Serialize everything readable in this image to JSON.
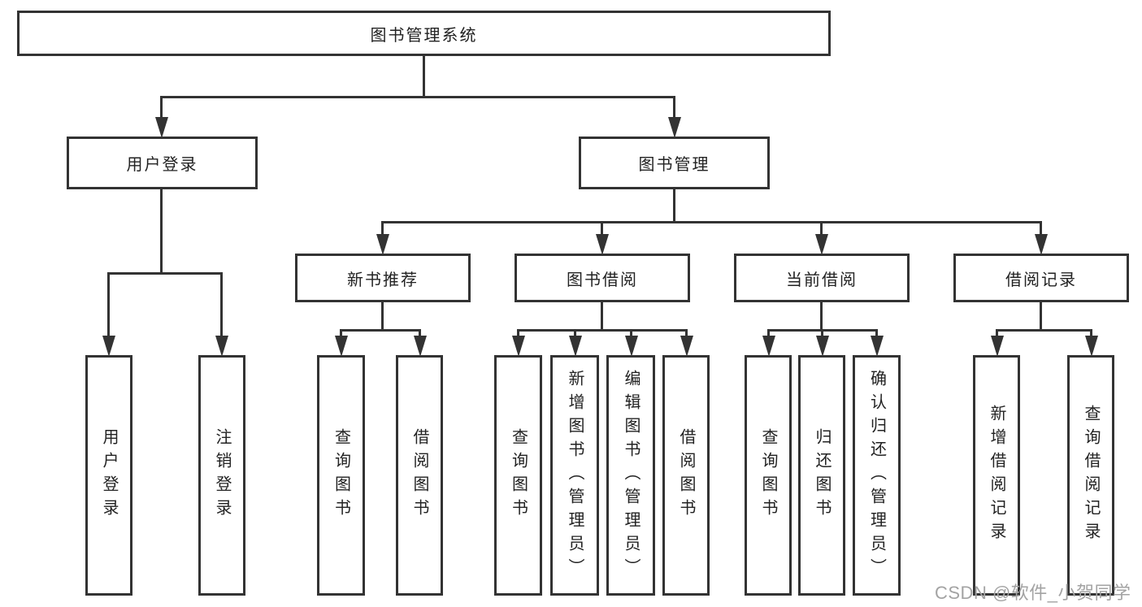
{
  "colors": {
    "line": "#333333",
    "box_border": "#333333",
    "text": "#222222",
    "background": "#ffffff",
    "watermark": "#a3a3a3"
  },
  "nodes": {
    "root": "图书管理系统",
    "user_login": "用户登录",
    "book_mgmt": "图书管理",
    "new_book_rec": "新书推荐",
    "book_borrow": "图书借阅",
    "current_borrow": "当前借阅",
    "borrow_record": "借阅记录",
    "ul_user_login": "用户登录",
    "ul_logout": "注销登录",
    "nbr_query_book": "查询图书",
    "nbr_borrow_book": "借阅图书",
    "bb_query_book": "查询图书",
    "bb_add_book": "新增图书（管理员）",
    "bb_edit_book": "编辑图书（管理员）",
    "bb_borrow_book": "借阅图书",
    "cb_query_book": "查询图书",
    "cb_return_book": "归还图书",
    "cb_confirm_return": "确认归还（管理员）",
    "br_add_record": "新增借阅记录",
    "br_query_record": "查询借阅记录"
  },
  "structure": {
    "root": "图书管理系统",
    "children": [
      {
        "label": "用户登录",
        "children": [
          "用户登录",
          "注销登录"
        ]
      },
      {
        "label": "图书管理",
        "children": [
          {
            "label": "新书推荐",
            "children": [
              "查询图书",
              "借阅图书"
            ]
          },
          {
            "label": "图书借阅",
            "children": [
              "查询图书",
              "新增图书（管理员）",
              "编辑图书（管理员）",
              "借阅图书"
            ]
          },
          {
            "label": "当前借阅",
            "children": [
              "查询图书",
              "归还图书",
              "确认归还（管理员）"
            ]
          },
          {
            "label": "借阅记录",
            "children": [
              "新增借阅记录",
              "查询借阅记录"
            ]
          }
        ]
      }
    ]
  },
  "watermark": "CSDN @软件_小贺同学"
}
